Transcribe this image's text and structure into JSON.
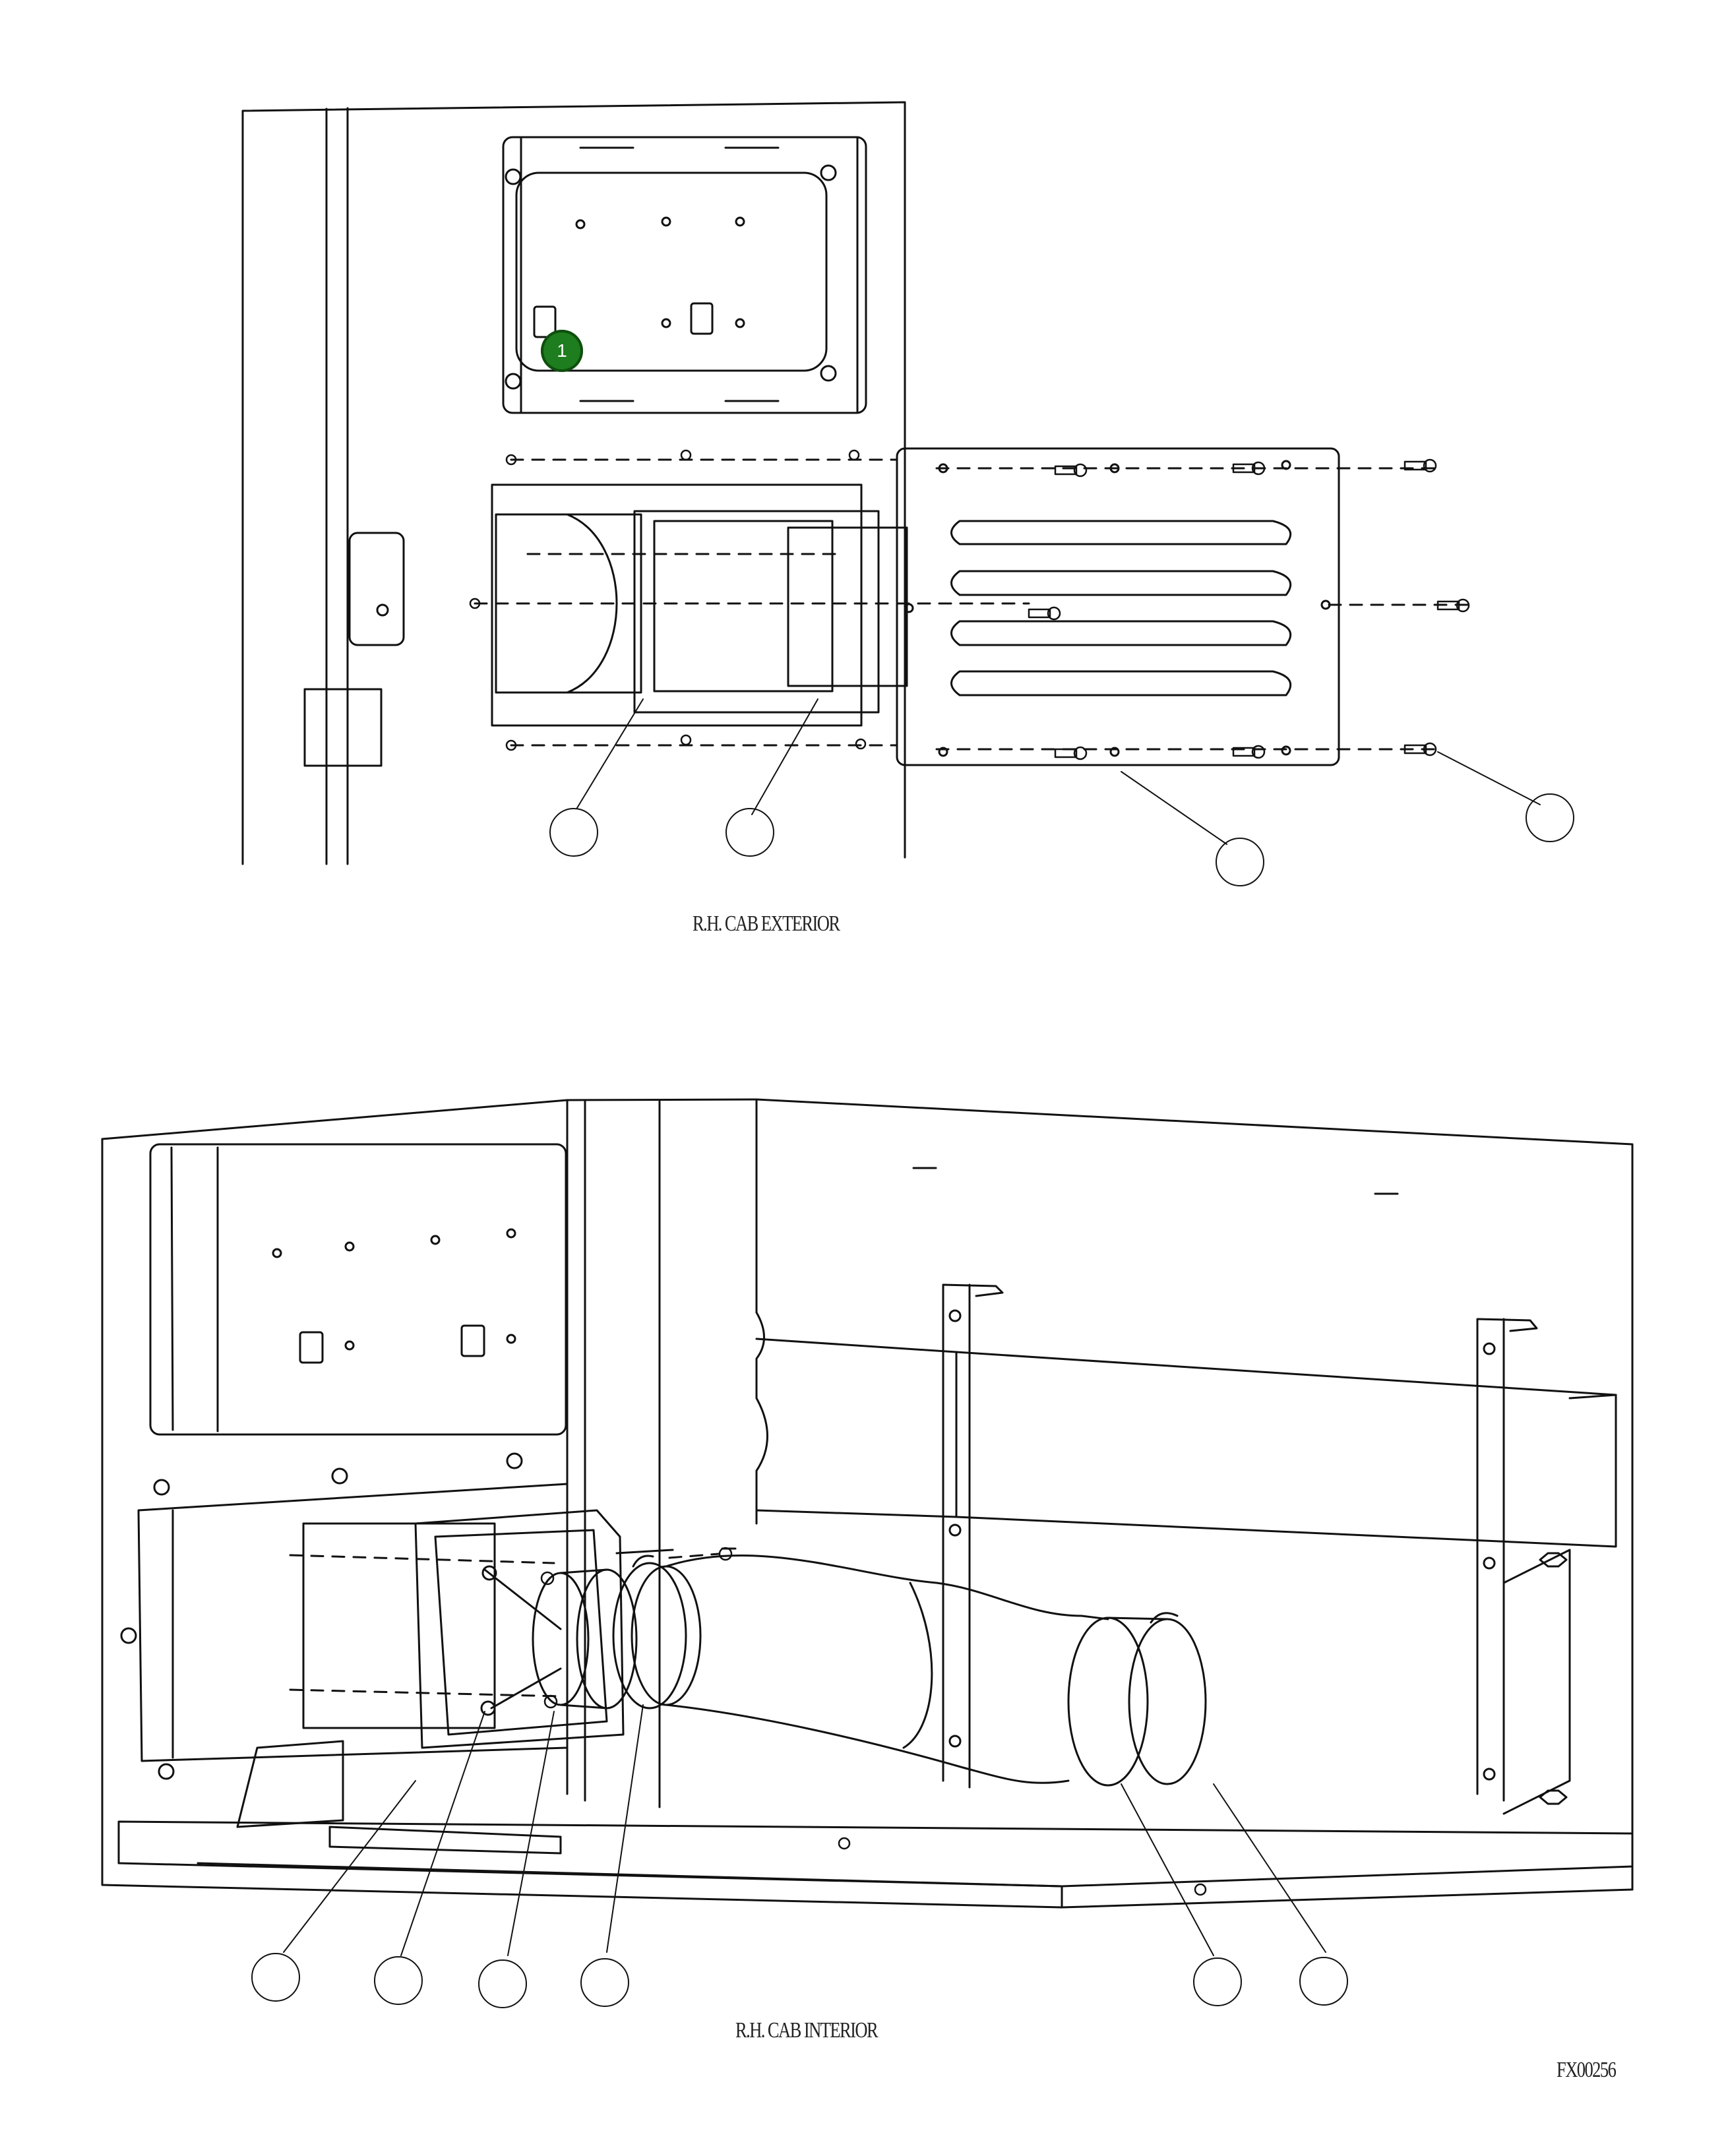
{
  "captions": {
    "exterior": "R.H. CAB EXTERIOR",
    "interior": "R.H. CAB INTERIOR",
    "figure_id": "FX00256"
  },
  "hotspot": {
    "label": "1",
    "color": "#1e7d1e"
  },
  "callouts_blank": true
}
